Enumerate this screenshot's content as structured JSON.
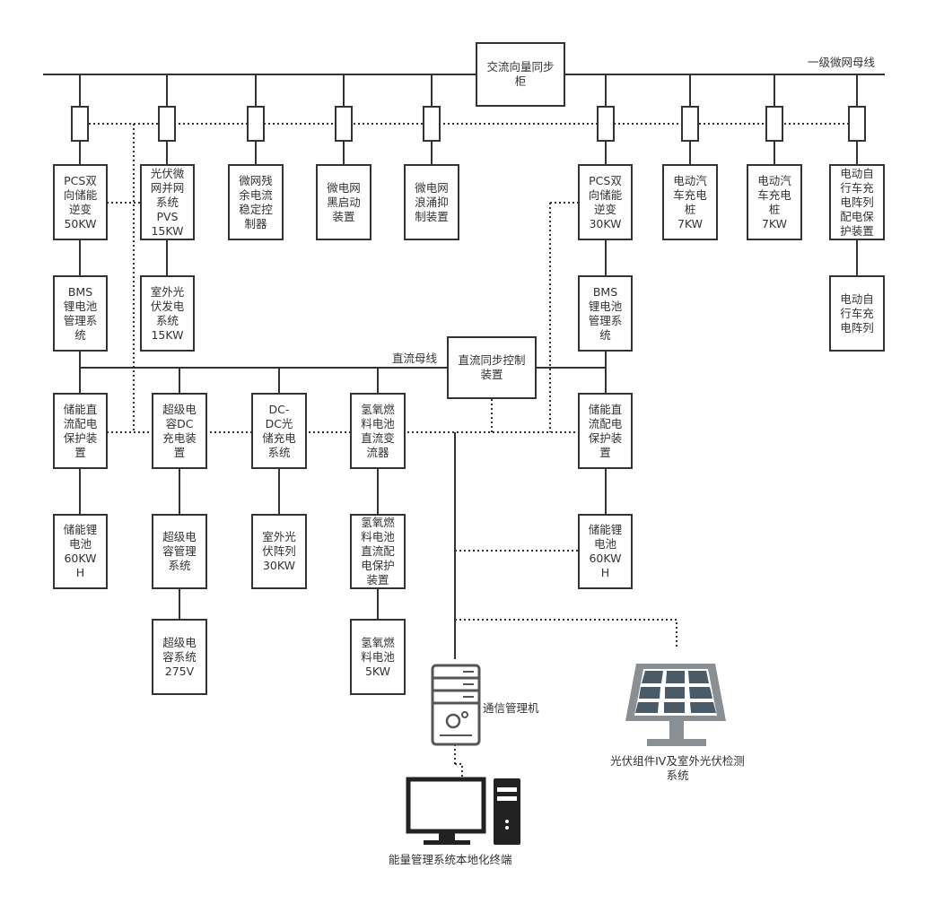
{
  "ac_bus": {
    "label": "一级微网母线"
  },
  "dc_bus": {
    "label": "直流母线"
  },
  "ac_sync_cabinet": {
    "label": "交流向量同步\n柜"
  },
  "dc_sync_controller": {
    "label": "直流同步控制\n装置"
  },
  "ac_branches": [
    {
      "label": "PCS双\n向储能\n逆变\n50KW"
    },
    {
      "label": "光伏微\n网并网\n系统\nPVS\n15KW"
    },
    {
      "label": "微网残\n余电流\n稳定控\n制器"
    },
    {
      "label": "微电网\n黑启动\n装置"
    },
    {
      "label": "微电网\n浪涌抑\n制装置"
    },
    {
      "label": "PCS双\n向储能\n逆变\n30KW"
    },
    {
      "label": "电动汽\n车充电\n桩\n7KW"
    },
    {
      "label": "电动汽\n车充电\n桩\n7KW"
    },
    {
      "label": "电动自\n行车充\n电阵列\n配电保\n护装置"
    }
  ],
  "ac_sub": [
    {
      "label": "BMS\n锂电池\n管理系\n统"
    },
    {
      "label": "室外光\n伏发电\n系统\n15KW"
    },
    {
      "label": "BMS\n锂电池\n管理系\n统"
    },
    {
      "label": "电动自\n行车充\n电阵列"
    }
  ],
  "dc_branches": [
    {
      "label": "储能直\n流配电\n保护装\n置"
    },
    {
      "label": "超级电\n容DC\n充电装\n置"
    },
    {
      "label": "DC-\nDC光\n储充电\n系统"
    },
    {
      "label": "氢氧燃\n料电池\n直流变\n流器"
    },
    {
      "label": "储能直\n流配电\n保护装\n置"
    }
  ],
  "dc_sub": [
    {
      "label": "储能锂\n电池\n60KW\nH"
    },
    {
      "label": "超级电\n容管理\n系统"
    },
    {
      "label": "室外光\n伏阵列\n30KW"
    },
    {
      "label": "氢氧燃\n料电池\n直流配\n电保护\n装置"
    },
    {
      "label": "储能锂\n电池\n60KW\nH"
    },
    {
      "label": "超级电\n容系统\n275V"
    },
    {
      "label": "氢氧燃\n料电池\n5KW"
    }
  ],
  "comm_server": {
    "label": "通信管理机",
    "icon": "server-icon"
  },
  "pv_monitor": {
    "label": "光伏组件IV及室外光伏检测\n系统",
    "icon": "solar-panel-icon"
  },
  "ems_terminal": {
    "label": "能量管理系统本地化终端",
    "icon": "desktop-computer-icon"
  },
  "colors": {
    "line": "#333333",
    "panel_cell": "#4a5a66",
    "panel_frame": "#8a8f94"
  }
}
